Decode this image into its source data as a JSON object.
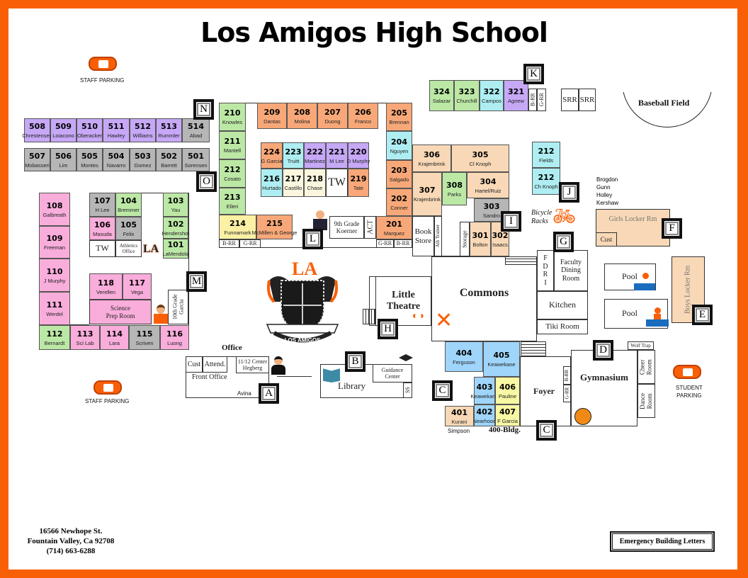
{
  "title": "Los Amigos High School",
  "colors": {
    "border": "#f95f07",
    "green": "#bce8a6",
    "orange": "#f8a878",
    "purple": "#c6a8f6",
    "gray": "#b6b6b6",
    "pink": "#f9addb",
    "cyan": "#aeeef2",
    "tan": "#f8d8b6",
    "cream": "#fbf7df",
    "blue": "#9fd5fb",
    "yellow": "#f7f7a4",
    "lightyellow": "#fbf0a4"
  },
  "rooms": {
    "r508": {
      "num": "508",
      "name": "Chrestensen",
      "fill": "#c6a8f6"
    },
    "r509": {
      "num": "509",
      "name": "Loiacono",
      "fill": "#c6a8f6"
    },
    "r510": {
      "num": "510",
      "name": "Oberacker",
      "fill": "#c6a8f6"
    },
    "r511": {
      "num": "511",
      "name": "Hawley",
      "fill": "#c6a8f6"
    },
    "r512": {
      "num": "512",
      "name": "Williams",
      "fill": "#c6a8f6"
    },
    "r513": {
      "num": "513",
      "name": "Rummler",
      "fill": "#c6a8f6"
    },
    "r514": {
      "num": "514",
      "name": "Abad",
      "fill": "#b6b6b6"
    },
    "r507": {
      "num": "507",
      "name": "Mobasseri",
      "fill": "#b6b6b6"
    },
    "r506": {
      "num": "506",
      "name": "Lim",
      "fill": "#b6b6b6"
    },
    "r505": {
      "num": "505",
      "name": "Montes",
      "fill": "#b6b6b6"
    },
    "r504": {
      "num": "504",
      "name": "Navarro",
      "fill": "#b6b6b6"
    },
    "r503": {
      "num": "503",
      "name": "Gomez",
      "fill": "#b6b6b6"
    },
    "r502": {
      "num": "502",
      "name": "Barrett",
      "fill": "#b6b6b6"
    },
    "r501": {
      "num": "501",
      "name": "Sorensen",
      "fill": "#b6b6b6"
    },
    "r210": {
      "num": "210",
      "name": "Knowles",
      "fill": "#bce8a6"
    },
    "r211": {
      "num": "211",
      "name": "Mantell",
      "fill": "#bce8a6"
    },
    "r212": {
      "num": "212",
      "name": "Cosato",
      "fill": "#bce8a6"
    },
    "r213": {
      "num": "213",
      "name": "Elleri",
      "fill": "#bce8a6"
    },
    "r209": {
      "num": "209",
      "name": "Dantas",
      "fill": "#f8a878"
    },
    "r208": {
      "num": "208",
      "name": "Molina",
      "fill": "#f8a878"
    },
    "r207": {
      "num": "207",
      "name": "Duong",
      "fill": "#f8a878"
    },
    "r206": {
      "num": "206",
      "name": "Franco",
      "fill": "#f8a878"
    },
    "r205": {
      "num": "205",
      "name": "Brennan",
      "fill": "#f8a878"
    },
    "r204": {
      "num": "204",
      "name": "Nguyen",
      "fill": "#aeeef2"
    },
    "r203": {
      "num": "203",
      "name": "Salgado",
      "fill": "#f8a878"
    },
    "r202": {
      "num": "202",
      "name": "Conner",
      "fill": "#f8a878"
    },
    "r201": {
      "num": "201",
      "name": "Marquez",
      "fill": "#f8a878"
    },
    "r224": {
      "num": "224",
      "name": "G Garcia",
      "fill": "#f8a878"
    },
    "r223": {
      "num": "223",
      "name": "Truitt",
      "fill": "#aeeef2"
    },
    "r222": {
      "num": "222",
      "name": "Martinez",
      "fill": "#c6a8f6"
    },
    "r221": {
      "num": "221",
      "name": "M Lee",
      "fill": "#c6a8f6"
    },
    "r220": {
      "num": "220",
      "name": "D Murphy",
      "fill": "#c6a8f6"
    },
    "r216": {
      "num": "216",
      "name": "Hurtado",
      "fill": "#aeeef2"
    },
    "r217": {
      "num": "217",
      "name": "Castillo",
      "fill": "#fbf7df"
    },
    "r218": {
      "num": "218",
      "name": "Chase",
      "fill": "#fbf7df"
    },
    "r219": {
      "num": "219",
      "name": "Tate",
      "fill": "#f8a878"
    },
    "r214": {
      "num": "214",
      "name": "Funnamark",
      "fill": "#fbf0a4"
    },
    "r215": {
      "num": "215",
      "name": "McMillen & George",
      "fill": "#f8a878"
    },
    "r324": {
      "num": "324",
      "name": "Salazar",
      "fill": "#bce8a6"
    },
    "r323": {
      "num": "323",
      "name": "Churchill",
      "fill": "#bce8a6"
    },
    "r322": {
      "num": "322",
      "name": "Campos",
      "fill": "#aeeef2"
    },
    "r321": {
      "num": "321",
      "name": "Agnew",
      "fill": "#c6a8f6"
    },
    "r306": {
      "num": "306",
      "name": "Krajenbrink",
      "fill": "#f8d8b6"
    },
    "r305": {
      "num": "305",
      "name": "Cl Knoph",
      "fill": "#f8d8b6"
    },
    "r307": {
      "num": "307",
      "name": "Krajenbrink",
      "fill": "#f8d8b6"
    },
    "r308": {
      "num": "308",
      "name": "Parks",
      "fill": "#bce8a6"
    },
    "r304": {
      "num": "304",
      "name": "Hartel/Ruiz",
      "fill": "#f8d8b6"
    },
    "r303": {
      "num": "303",
      "name": "Sandro",
      "fill": "#b6b6b6"
    },
    "r301": {
      "num": "301",
      "name": "Bolton",
      "fill": "#f8d8b6"
    },
    "r302": {
      "num": "302",
      "name": "Isaacs",
      "fill": "#f8d8b6"
    },
    "r212f": {
      "num": "212",
      "name": "Fields",
      "fill": "#aeeef2"
    },
    "r212k": {
      "num": "212",
      "name": "Ch Knoph",
      "fill": "#aeeef2"
    },
    "r108": {
      "num": "108",
      "name": "Galbreath",
      "fill": "#f9addb"
    },
    "r109": {
      "num": "109",
      "name": "Freeman",
      "fill": "#f9addb"
    },
    "r110": {
      "num": "110",
      "name": "J Murphy",
      "fill": "#f9addb"
    },
    "r111": {
      "num": "111",
      "name": "Werdel",
      "fill": "#f9addb"
    },
    "r112": {
      "num": "112",
      "name": "Bernardt",
      "fill": "#bce8a6"
    },
    "r113": {
      "num": "113",
      "name": "Sci Lab",
      "fill": "#f9addb"
    },
    "r114": {
      "num": "114",
      "name": "Lara",
      "fill": "#f9addb"
    },
    "r115": {
      "num": "115",
      "name": "Scriven",
      "fill": "#b6b6b6"
    },
    "r116": {
      "num": "116",
      "name": "Luong",
      "fill": "#f9addb"
    },
    "r107": {
      "num": "107",
      "name": "H Lee",
      "fill": "#b6b6b6"
    },
    "r104": {
      "num": "104",
      "name": "Bremmer",
      "fill": "#bce8a6"
    },
    "r106": {
      "num": "106",
      "name": "Masuda",
      "fill": "#f9addb"
    },
    "r105": {
      "num": "105",
      "name": "Felix",
      "fill": "#b6b6b6"
    },
    "r103": {
      "num": "103",
      "name": "Yau",
      "fill": "#bce8a6"
    },
    "r102": {
      "num": "102",
      "name": "Hendershot",
      "fill": "#bce8a6"
    },
    "r101": {
      "num": "101",
      "name": "LaMendola",
      "fill": "#bce8a6"
    },
    "r118": {
      "num": "118",
      "name": "Verellen",
      "fill": "#f9addb"
    },
    "r117": {
      "num": "117",
      "name": "Vega",
      "fill": "#f9addb"
    },
    "r404": {
      "num": "404",
      "name": "Ferguson",
      "fill": "#9fd5fb"
    },
    "r405": {
      "num": "405",
      "name": "Keawekane",
      "fill": "#9fd5fb"
    },
    "r403": {
      "num": "403",
      "name": "Keawekane",
      "fill": "#9fd5fb"
    },
    "r406": {
      "num": "406",
      "name": "Pauline",
      "fill": "#f7f7a4"
    },
    "r402": {
      "num": "402",
      "name": "Nearhood",
      "fill": "#9fd5fb"
    },
    "r407": {
      "num": "407",
      "name": "F Garcia",
      "fill": "#f7f7a4"
    },
    "r401": {
      "num": "401",
      "name": "Kurani",
      "fill": "#f8d8b6"
    }
  },
  "labels": {
    "tw2": "TW",
    "brr1": "B-RR",
    "grr1": "G-RR",
    "ninth": "9th Grade\nKoerner",
    "act": "ACT",
    "grr2": "G-RR",
    "brr2": "B-RR",
    "brr3": "B-RR",
    "grr3": "G-RR",
    "srr1": "SRR",
    "srr2": "SRR",
    "bookstore": "Book\nStore",
    "athtrainer": "Ath Trainer",
    "storage": "Storage",
    "tw1": "TW",
    "athletics": "Athletics\nOffice",
    "science": "Science\nPrep Room",
    "tenth": "10th Grade\nGarcia",
    "theatre": "Little\nTheatre",
    "commons": "Commons",
    "fdri": "F\nD\nR\nI",
    "faculty": "Faculty\nDining\nRoom",
    "kitchen": "Kitchen",
    "tiki": "Tiki Room",
    "foyer": "Foyer",
    "brr4": "B-RR",
    "grr4": "G-RR",
    "gym": "Gymnasium",
    "wolf": "Wolf Trap",
    "cheer": "Cheer\nRoom",
    "dance": "Dance\nRoom",
    "pool1": "Pool",
    "pool2": "Pool",
    "boyslocker": "Boys Locker Rm",
    "girlslocker": "Girls Locker Rm",
    "cust2": "Cust",
    "frontoffice": "Front Office",
    "cust1": "Cust",
    "attend": "Attend.",
    "center": "11/12 Center\nHegberg",
    "library": "Library",
    "guidance": "Guidance\nCenter",
    "ss": "SS"
  },
  "markers": {
    "N": "N",
    "O": "O",
    "M": "M",
    "L": "L",
    "K": "K",
    "J": "J",
    "I": "I",
    "G": "G",
    "F": "F",
    "E": "E",
    "D": "D",
    "C1": "C",
    "C2": "C",
    "B": "B",
    "A": "A",
    "H": "H"
  },
  "text": {
    "staff_parking_1": "STAFF PARKING",
    "staff_parking_2": "STAFF PARKING",
    "student_parking": "STUDENT\nPARKING",
    "baseball": "Baseball Field",
    "bicycle": "Bicycle\nRacks",
    "lockers_staff": [
      "Brogdon",
      "Gunn",
      "Holley",
      "Kershaw"
    ],
    "office": "Office",
    "avina": "Avina",
    "simpson": "Simpson",
    "bldg400": "400-Bldg.",
    "address": [
      "16566 Newhope St.",
      "Fountain Valley, Ca 92708",
      "(714) 663-6288"
    ],
    "emergency": "Emergency Building Letters",
    "logo_text": "LOS AMIGOS"
  }
}
